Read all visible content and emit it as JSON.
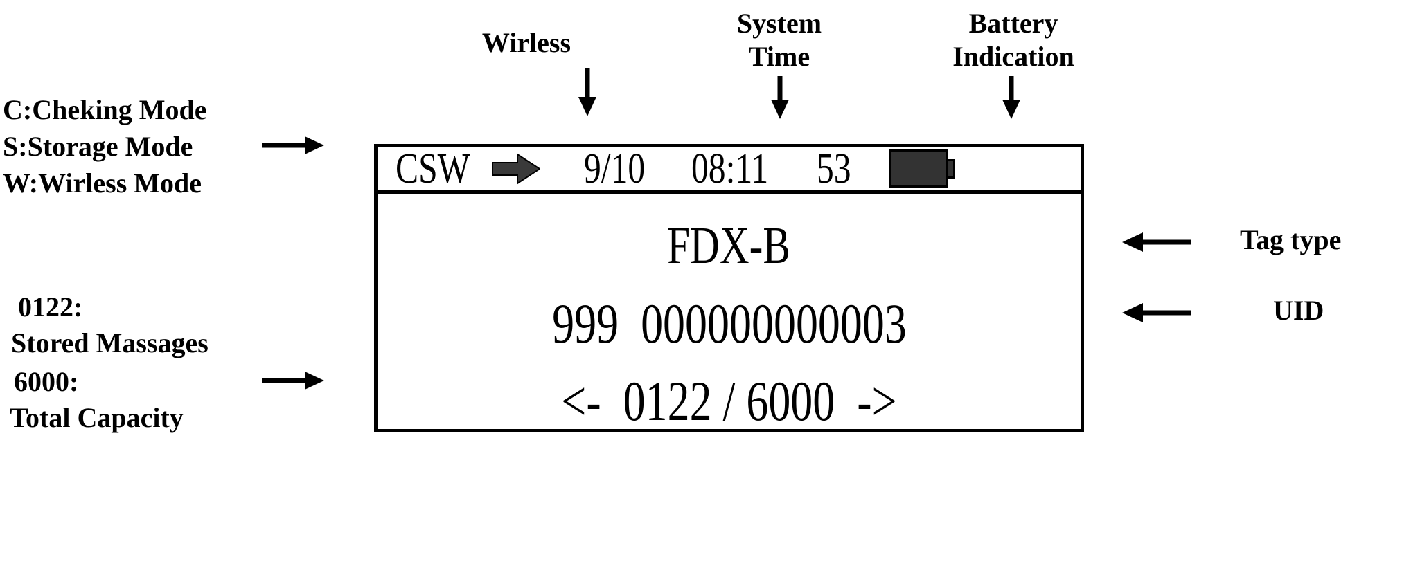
{
  "annotations": {
    "modes": {
      "line1": "C:Cheking Mode",
      "line2": "S:Storage Mode",
      "line3": "W:Wirless Mode"
    },
    "stored": {
      "value_label": "0122:",
      "description": "Stored Massages"
    },
    "capacity": {
      "value_label": "6000:",
      "description": "Total Capacity"
    },
    "wireless_label": "Wirless",
    "system_time_label_line1": "System",
    "system_time_label_line2": "Time",
    "battery_label_line1": "Battery",
    "battery_label_line2": "Indication",
    "tag_type_label": "Tag type",
    "uid_label": "UID"
  },
  "screen": {
    "status_bar": {
      "mode_flags": "CSW",
      "wireless_icon": "right-arrow-icon",
      "date": "9/10",
      "time": "08:11",
      "battery_percent": "53",
      "battery_icon": "battery-full-icon"
    },
    "body": {
      "tag_type": "FDX-B",
      "uid_country_code": "999",
      "uid_number": "000000000003",
      "prev_arrow": "<-",
      "record_index": "0122",
      "separator": "/",
      "total_capacity": "6000",
      "next_arrow": "->"
    }
  },
  "colors": {
    "ink": "#000000",
    "background": "#ffffff",
    "battery_fill": "#333333",
    "wireless_arrow_fill": "#3a3a3a"
  }
}
